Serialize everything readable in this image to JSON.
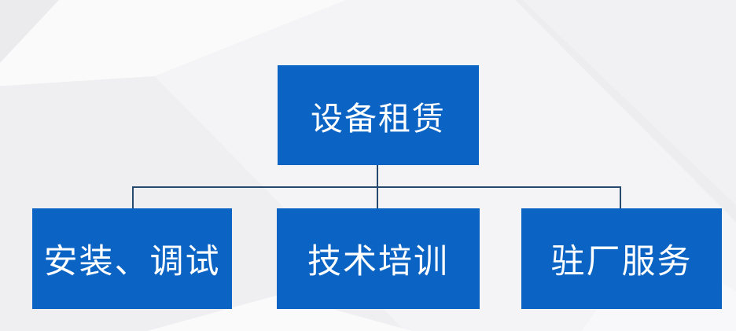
{
  "colors": {
    "node_fill": "#0b64c4",
    "node_text": "#ffffff",
    "connector": "#27496d",
    "background": "#f1f1f3"
  },
  "diagram": {
    "type": "tree",
    "root": {
      "label": "设备租赁"
    },
    "children": [
      {
        "label": "安装、调试"
      },
      {
        "label": "技术培训"
      },
      {
        "label": "驻厂服务"
      }
    ]
  }
}
